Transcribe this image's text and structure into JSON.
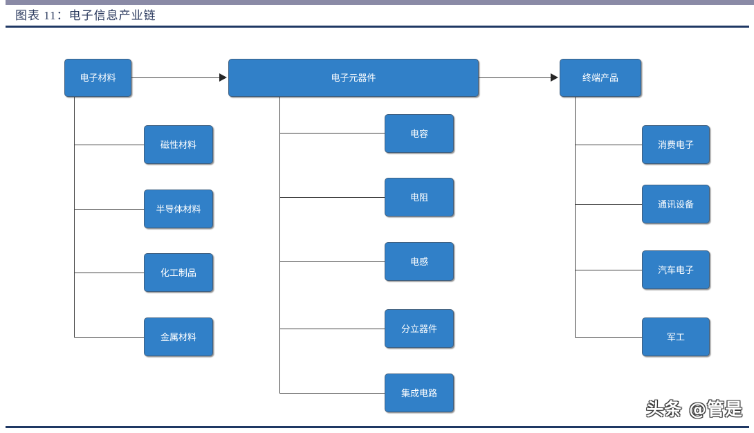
{
  "header": {
    "title": "图表 11：电子信息产业链",
    "band_color": "#8a8aa6",
    "rule_color": "#1f3864",
    "title_color": "#2b3a5e"
  },
  "diagram": {
    "node_fill": "#3180c8",
    "node_border": "#3e5f80",
    "node_text_color": "#ffffff",
    "connector_color": "#3f3f3f",
    "stages": [
      {
        "id": "materials",
        "label": "电子材料",
        "children": [
          {
            "label": "磁性材料"
          },
          {
            "label": "半导体材料"
          },
          {
            "label": "化工制品"
          },
          {
            "label": "金属材料"
          }
        ]
      },
      {
        "id": "components",
        "label": "电子元器件",
        "children": [
          {
            "label": "电容"
          },
          {
            "label": "电阻"
          },
          {
            "label": "电感"
          },
          {
            "label": "分立器件"
          },
          {
            "label": "集成电路"
          }
        ]
      },
      {
        "id": "endproducts",
        "label": "终端产品",
        "children": [
          {
            "label": "消费电子"
          },
          {
            "label": "通讯设备"
          },
          {
            "label": "汽车电子"
          },
          {
            "label": "军工"
          }
        ]
      }
    ]
  },
  "watermark": {
    "text": "头条 @管是"
  }
}
